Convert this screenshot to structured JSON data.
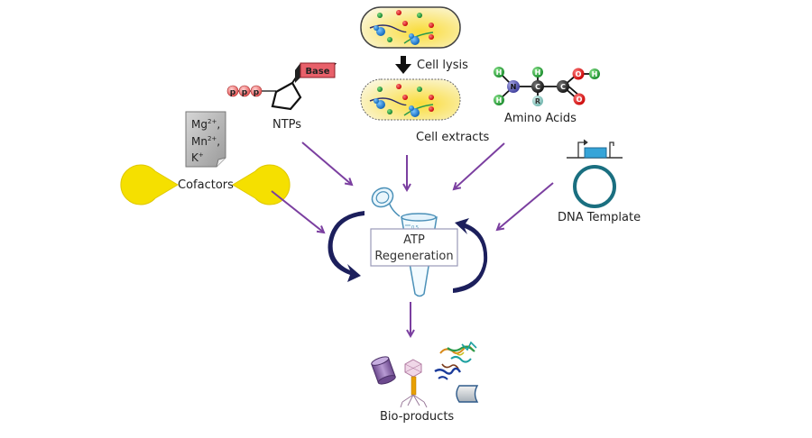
{
  "title": "Cell-free protein synthesis overview",
  "colors": {
    "input_arrow": "#7b3fa0",
    "cycle_arrow": "#1c1f5c",
    "cell_fill": "#f7e35a",
    "cofactor_pac": "#f5e000",
    "dna_circle": "#1a6f80",
    "dna_gene": "#36a4d8",
    "base_block": "#e8606a"
  },
  "inputs": {
    "ntps": {
      "label": "NTPs",
      "phosphates": [
        "p",
        "p",
        "p"
      ],
      "base_label": "Base"
    },
    "cell": {
      "process_label": "Cell lysis",
      "extract_label": "Cell extracts"
    },
    "amino_acids": {
      "label": "Amino Acids",
      "atoms": {
        "n": "N",
        "c": "C",
        "h": "H",
        "o": "O",
        "r": "R"
      }
    },
    "cofactors": {
      "label": "Cofactors",
      "ions": [
        "Mg2+,",
        "Mn2+,",
        "K+"
      ],
      "ion_parts": [
        [
          "Mg",
          "2+",
          ","
        ],
        [
          "Mn",
          "2+",
          ","
        ],
        [
          "K",
          "+",
          ""
        ]
      ]
    },
    "dna": {
      "label": "DNA Template"
    }
  },
  "center": {
    "line1": "ATP",
    "line2": "Regeneration",
    "tube_mark": "0.5"
  },
  "output": {
    "label": "Bio-products"
  }
}
